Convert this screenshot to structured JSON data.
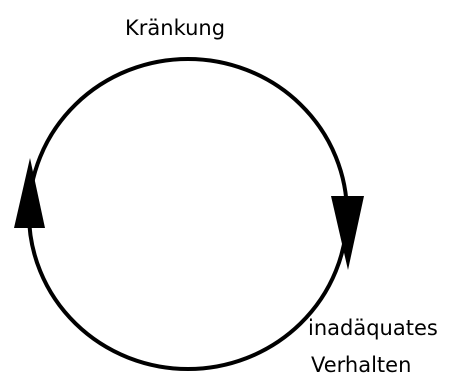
{
  "labels": {
    "top": "Kränkung",
    "bottom_line1": "inadäquates",
    "bottom_line2": "Verhalten"
  },
  "colors": {
    "stroke": "#000000",
    "background": "#ffffff"
  }
}
